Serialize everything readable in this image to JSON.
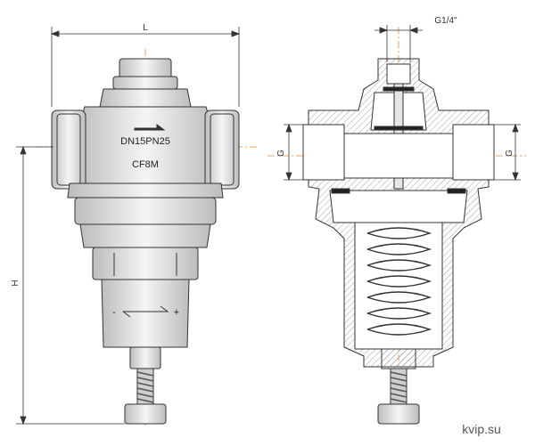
{
  "dimensions": {
    "length_label": "L",
    "height_label": "H",
    "thread_left_label": "G",
    "thread_right_label": "G",
    "top_port_label": "G1/4\""
  },
  "body_markings": {
    "size_rating": "DN15PN25",
    "material": "CF8M"
  },
  "adjuster": {
    "minus_label": "-",
    "plus_label": "+"
  },
  "watermark": "kvip.su",
  "colors": {
    "line": "#333333",
    "centerline": "#e8a060",
    "hatch": "#888888",
    "gasket": "#222222"
  }
}
